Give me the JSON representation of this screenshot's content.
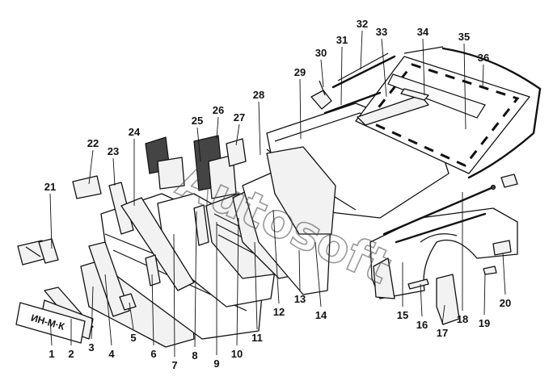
{
  "plate_text": "ИН-М·К",
  "watermark": "Autosoft",
  "callouts": [
    {
      "n": "1"
    },
    {
      "n": "2"
    },
    {
      "n": "3"
    },
    {
      "n": "4"
    },
    {
      "n": "5"
    },
    {
      "n": "6"
    },
    {
      "n": "7"
    },
    {
      "n": "8"
    },
    {
      "n": "9"
    },
    {
      "n": "10"
    },
    {
      "n": "11"
    },
    {
      "n": "12"
    },
    {
      "n": "13"
    },
    {
      "n": "14"
    },
    {
      "n": "15"
    },
    {
      "n": "16"
    },
    {
      "n": "17"
    },
    {
      "n": "18"
    },
    {
      "n": "19"
    },
    {
      "n": "20"
    },
    {
      "n": "21"
    },
    {
      "n": "22"
    },
    {
      "n": "23"
    },
    {
      "n": "24"
    },
    {
      "n": "25"
    },
    {
      "n": "26"
    },
    {
      "n": "27"
    },
    {
      "n": "28"
    },
    {
      "n": "29"
    },
    {
      "n": "30"
    },
    {
      "n": "31"
    },
    {
      "n": "32"
    },
    {
      "n": "33"
    },
    {
      "n": "34"
    },
    {
      "n": "35"
    },
    {
      "n": "36"
    }
  ]
}
